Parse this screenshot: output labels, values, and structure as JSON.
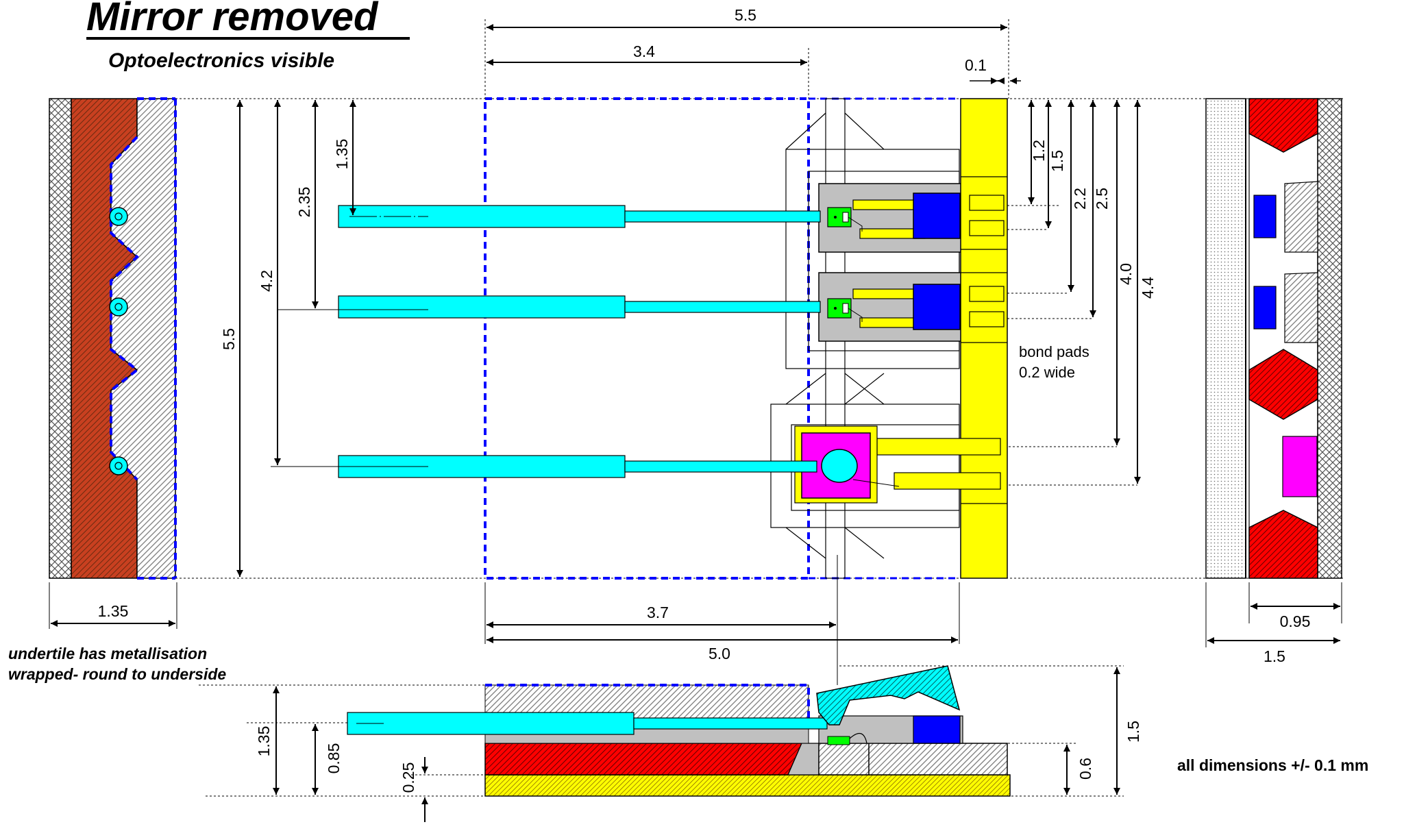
{
  "title": "Mirror removed",
  "subtitle": "Optoelectronics visible",
  "dimensions": {
    "top_width": "5.5",
    "top_partial": "3.4",
    "edge_gap": "0.1",
    "left_height": "5.5",
    "height_4_2": "4.2",
    "height_2_35": "2.35",
    "height_1_35": "1.35",
    "right_1_2": "1.2",
    "right_1_5": "1.5",
    "right_2_2": "2.2",
    "right_2_5": "2.5",
    "right_4_0": "4.0",
    "right_4_4": "4.4",
    "left_view_width": "1.35",
    "bottom_3_7": "3.7",
    "bottom_5_0": "5.0",
    "right_view_inner": "0.95",
    "right_view_outer": "1.5",
    "side_1_35": "1.35",
    "side_0_85": "0.85",
    "side_0_25": "0.25",
    "side_0_6": "0.6",
    "side_1_5": "1.5"
  },
  "labels": {
    "bond_pads_line1": "bond pads",
    "bond_pads_line2": "0.2 wide",
    "undertile_line1": "undertile has metallisation",
    "undertile_line2": "wrapped- round to underside",
    "tolerance": "all dimensions +/- 0.1 mm"
  },
  "colors": {
    "fiber": "#00ffff",
    "bond_pad": "#ffff00",
    "detector": "#0000ff",
    "laser": "#00ff00",
    "vcsel": "#ff00ff",
    "substrate": "#c0c0c0",
    "metal": "#ff0000",
    "outline_dashed": "#0000ff"
  }
}
